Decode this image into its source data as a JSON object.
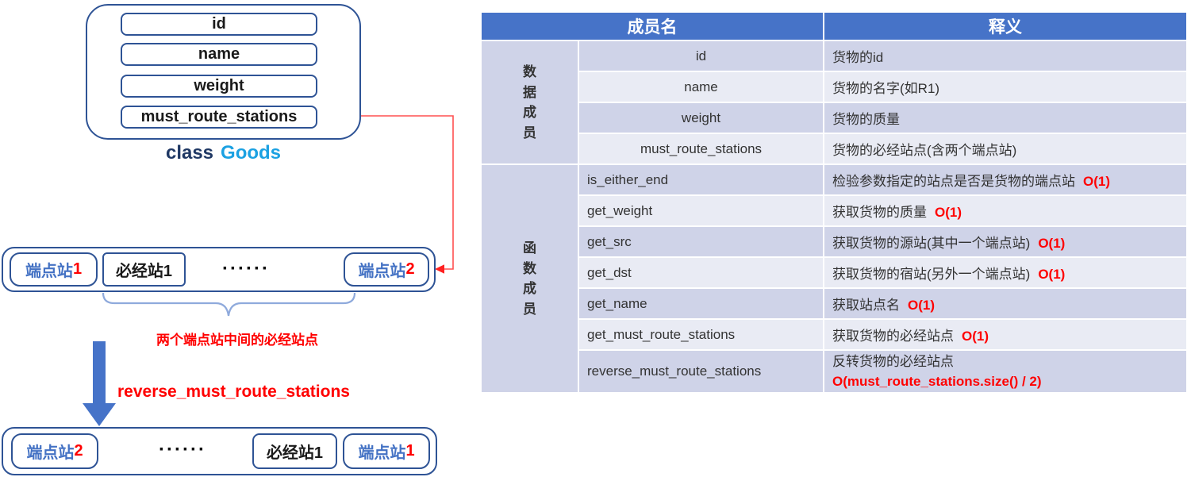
{
  "class_diagram": {
    "fields": [
      "id",
      "name",
      "weight",
      "must_route_stations"
    ],
    "caption_keyword": "class",
    "caption_name": "Goods"
  },
  "stations_top": {
    "endpoint_left": {
      "label": "端点站",
      "num": "1"
    },
    "mid": "必经站1",
    "dots": "······",
    "endpoint_right": {
      "label": "端点站",
      "num": "2"
    }
  },
  "stations_bottom": {
    "endpoint_left": {
      "label": "端点站",
      "num": "2"
    },
    "dots": "······",
    "mid": "必经站1",
    "endpoint_right": {
      "label": "端点站",
      "num": "1"
    }
  },
  "annotations": {
    "brace_label": "两个端点站中间的必经站点",
    "reverse_label": "reverse_must_route_stations"
  },
  "table": {
    "headers": {
      "member": "成员名",
      "meaning": "释义"
    },
    "groups": {
      "data": "数\n据\n成\n员",
      "func": "函\n数\n成\n员"
    },
    "rows": [
      {
        "member": "id",
        "desc": "货物的id",
        "complexity": ""
      },
      {
        "member": "name",
        "desc": "货物的名字(如R1)",
        "complexity": ""
      },
      {
        "member": "weight",
        "desc": "货物的质量",
        "complexity": ""
      },
      {
        "member": "must_route_stations",
        "desc": "货物的必经站点(含两个端点站)",
        "complexity": ""
      },
      {
        "member": "is_either_end",
        "desc": "检验参数指定的站点是否是货物的端点站",
        "complexity": "O(1)"
      },
      {
        "member": "get_weight",
        "desc": "获取货物的质量",
        "complexity": "O(1)"
      },
      {
        "member": "get_src",
        "desc": "获取货物的源站(其中一个端点站)",
        "complexity": "O(1)"
      },
      {
        "member": "get_dst",
        "desc": "获取货物的宿站(另外一个端点站)",
        "complexity": "O(1)"
      },
      {
        "member": "get_name",
        "desc": "获取站点名",
        "complexity": "O(1)"
      },
      {
        "member": "get_must_route_stations",
        "desc": "获取货物的必经站点",
        "complexity": "O(1)"
      },
      {
        "member": "reverse_must_route_stations",
        "desc": "反转货物的必经站点",
        "complexity": "O(must_route_stations.size() / 2)"
      }
    ]
  },
  "colors": {
    "header_blue": "#4673C8",
    "row_dark": "#CFD3E8",
    "row_light": "#E9EBF4",
    "border_navy": "#2E5395",
    "keyword_navy": "#1F3864",
    "class_cyan": "#1BA1E2",
    "station_blue": "#4472C4",
    "red": "#FF0000",
    "brace_blue": "#8FAADC"
  }
}
